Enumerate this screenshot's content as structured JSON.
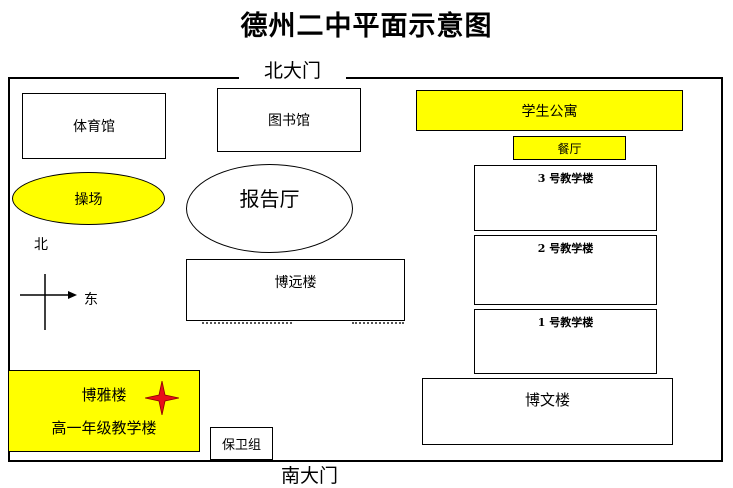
{
  "title": "德州二中平面示意图",
  "gates": {
    "north": "北大门",
    "south": "南大门"
  },
  "buildings": {
    "gym": "体育馆",
    "library": "图书馆",
    "dorm": "学生公寓",
    "canteen": "餐厅",
    "playground": "操场",
    "hall": "报告厅",
    "teaching3": "3 号教学楼",
    "teaching2": "2 号教学楼",
    "teaching1": "1 号教学楼",
    "boyuan": "博远楼",
    "boya": "博雅楼",
    "boya_sub": "高一年级教学楼",
    "bowen": "博文楼",
    "security": "保卫组"
  },
  "compass": {
    "north": "北",
    "east": "东"
  },
  "colors": {
    "highlight": "#ffff00",
    "marker": "#e8101a"
  }
}
